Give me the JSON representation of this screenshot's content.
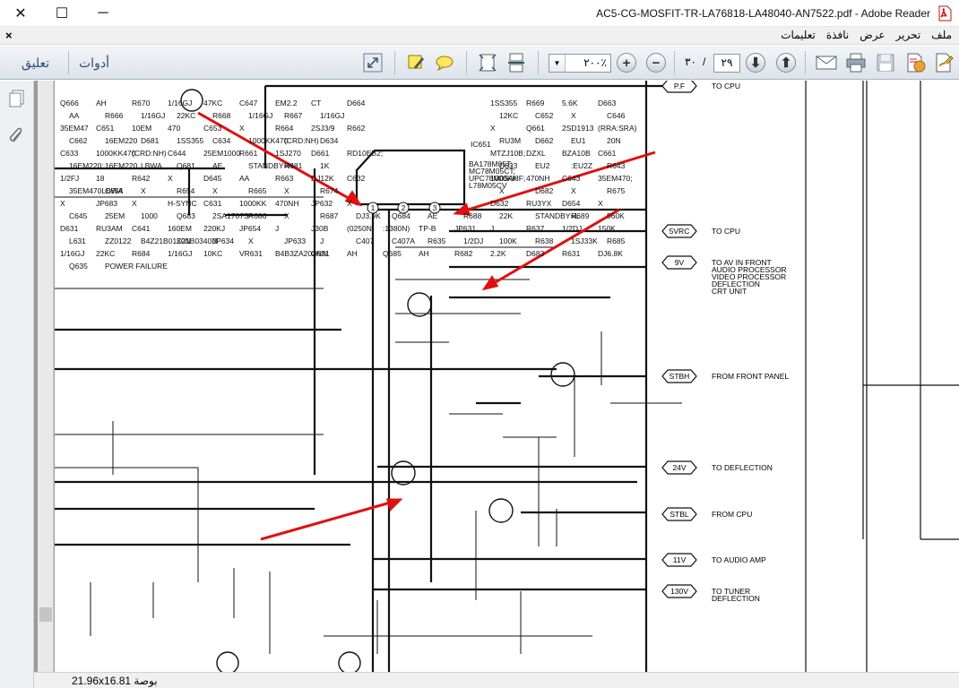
{
  "window": {
    "title": "AC5-CG-MOSFIT-TR-LA76818-LA48040-AN7522.pdf - Adobe Reader",
    "close_glyph": "✕",
    "maximize_glyph": "☐",
    "minimize_glyph": "─"
  },
  "menu": {
    "close_glyph": "×",
    "items": [
      "ملف",
      "تحرير",
      "عرض",
      "نافذة",
      "تعليمات"
    ]
  },
  "toolbar": {
    "tools_label": "أدوات",
    "comment_label": "تعليق",
    "zoom_value": "٢٠٠٪",
    "zoom_in_glyph": "+",
    "zoom_out_glyph": "−",
    "page_current": "٢٩",
    "page_total": "٣٠",
    "page_separator": "/",
    "next_glyph": "⬇",
    "prev_glyph": "⬆"
  },
  "statusbar": {
    "page_size": "21.96x16.81 بوصة"
  },
  "schematic": {
    "ic_name": "IC651",
    "ic_parts": [
      "BA178M05T;",
      "MC78M05CT;",
      "UPC78M05AHF;",
      "L78M05CV"
    ],
    "ic_pins": [
      "1",
      "2",
      "3"
    ],
    "connectors": [
      {
        "id": "P.F",
        "label": "TO CPU"
      },
      {
        "id": "5VRC",
        "label": "TO CPU"
      },
      {
        "id": "9V",
        "label": "TO AV IN FRONT, AUDIO PROCESSOR, VIDEO PROCESSOR, DEFLECTION, CRT UNIT"
      },
      {
        "id": "STBH",
        "label": "FROM FRONT PANEL"
      },
      {
        "id": "24V",
        "label": "TO DEFLECTION"
      },
      {
        "id": "STBL",
        "label": "FROM CPU"
      },
      {
        "id": "11V",
        "label": "TO AUDIO AMP"
      },
      {
        "id": "130V",
        "label": "TO TUNER, DEFLECTION"
      }
    ],
    "labels": [
      "Q666",
      "AH",
      "R670",
      "1/16GJ",
      "47KC",
      "C647",
      "EM2.2",
      "CT",
      "D664",
      "1SS355",
      "R669",
      "5.6K",
      "D663",
      "AA",
      "R666",
      "1/16GJ",
      "22KC",
      "R668",
      "1/16GJ",
      "R667",
      "1/16GJ",
      "12KC",
      "C652",
      "X",
      "C646",
      "35EM47",
      "C651",
      "10EM",
      "470",
      "C653",
      "X",
      "R664",
      "2SJ3/9",
      "R662",
      "X",
      "Q661",
      "2SD1913",
      "(RRA:SRA)",
      "C662",
      "16EM220",
      "D681",
      "1SS355",
      "C634",
      "1000KK470",
      "(CRD:NH)",
      "D634",
      "RU3M",
      "D662",
      "EU1",
      "20N",
      "C633",
      "1000KK470",
      "(CRD:NH)",
      "C644",
      "25EM1000",
      "R661",
      "1SJ270",
      "D661",
      "RD10EB2;",
      "MTZJ10B;",
      "DZXL",
      "BZA10B",
      "C661",
      "16EM220;",
      "16EM220",
      "LBWA",
      "Q681",
      "AE",
      "STANDBY=H",
      "R681",
      "1K",
      "D633",
      "EU2",
      ":EU2Z",
      "R643",
      "1/2FJ",
      "18",
      "R642",
      "X",
      "D645",
      "AA",
      "R663",
      "DJ12K",
      "C632",
      "1000KK",
      "470NH",
      "C643",
      "35EM470;",
      "35EM470LBWA",
      "C654",
      "X",
      "R654",
      "X",
      "R665",
      "X",
      "R674",
      "X",
      "D682",
      "X",
      "R675",
      "X",
      "JP683",
      "X",
      "H-SYNC",
      "C631",
      "1000KK",
      "470NH",
      "JP632",
      "X",
      "D632",
      "RU3YX",
      "D654",
      "X",
      "C645",
      "25EM",
      "1000",
      "Q683",
      "2SA1707S",
      "R686",
      "X",
      "R687",
      "DJ3.9K",
      "Q684",
      "AE",
      "R688",
      "22K",
      "STANDBY=L",
      "R689",
      "560K",
      "D631",
      "RU3AM",
      "C641",
      "160EM",
      "220KJ",
      "JP654",
      "J",
      "J30B",
      "(0250N",
      ":1380N)",
      "TP-B",
      "JP631",
      "J",
      "R637",
      "1/2DJ",
      "150K",
      "L631",
      "ZZ0122",
      "B4Z21B0150N",
      "Z21B0340N",
      "JP634",
      "X",
      "JP633",
      "J",
      "C407",
      "C407A",
      "R635",
      "1/2DJ",
      "100K",
      "R638",
      "1SJ33K",
      "R685",
      "1/16GJ",
      "22KC",
      "R684",
      "1/16GJ",
      "10KC",
      "VR631",
      "B4B3ZA202NN",
      "Q631",
      "AH",
      "Q685",
      "AH",
      "R682",
      "2.2K",
      "D683",
      "R631",
      "DJ6.8K",
      "Q635",
      "POWER FAILURE"
    ]
  }
}
